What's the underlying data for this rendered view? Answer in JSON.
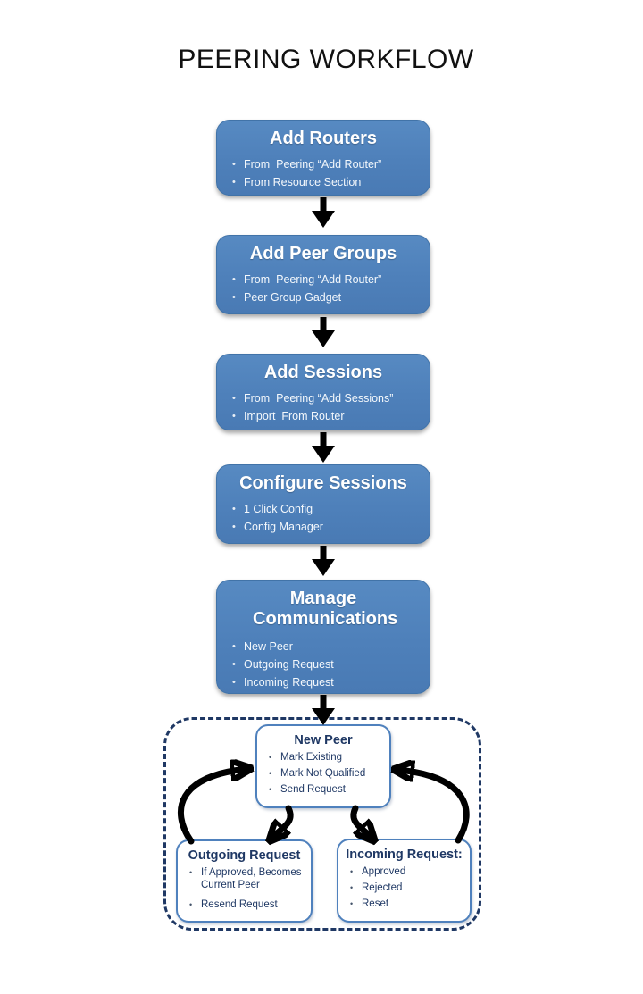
{
  "title": "PEERING WORKFLOW",
  "colors": {
    "flow_box_fill": "#4F81BD",
    "navy_text_and_dashed_border": "#1F3864",
    "white_box_border": "#4F81BD",
    "arrow": "#000000",
    "background": "#FFFFFF"
  },
  "icons": {
    "down_arrow": "▼",
    "curved_arrow": "⤵"
  },
  "flow": {
    "boxes": [
      {
        "title": "Add Routers",
        "bullets": [
          "From  Peering “Add Router”",
          "From Resource Section"
        ]
      },
      {
        "title": "Add Peer Groups",
        "bullets": [
          "From  Peering “Add Router”",
          "Peer Group Gadget"
        ]
      },
      {
        "title": "Add Sessions",
        "bullets": [
          "From  Peering “Add Sessions”",
          "Import  From Router"
        ]
      },
      {
        "title": "Configure Sessions",
        "bullets": [
          "1 Click Config",
          "Config Manager"
        ]
      },
      {
        "title": "Manage Communications",
        "bullets": [
          "New Peer",
          "Outgoing Request",
          "Incoming Request"
        ]
      }
    ]
  },
  "cluster": {
    "new_peer": {
      "title": "New Peer",
      "bullets": [
        "Mark Existing",
        "Mark Not Qualified",
        "Send Request"
      ]
    },
    "outgoing_request": {
      "title": "Outgoing Request",
      "bullets": [
        "If Approved, Becomes Current Peer",
        "Resend Request"
      ]
    },
    "incoming_request": {
      "title": "Incoming Request:",
      "bullets": [
        "Approved",
        "Rejected",
        "Reset"
      ]
    }
  }
}
